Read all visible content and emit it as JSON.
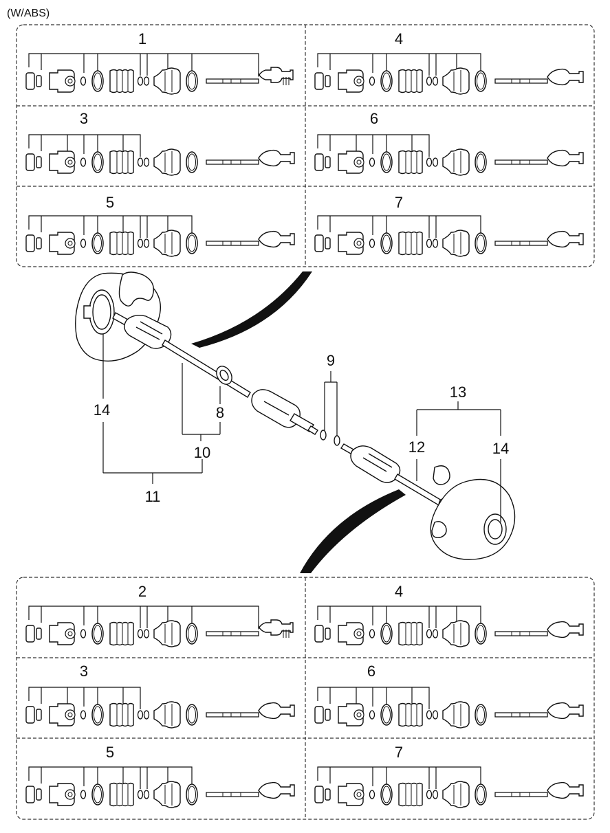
{
  "header": {
    "variant": "(W/ABS)"
  },
  "top_panel": {
    "cells": [
      {
        "label": "1",
        "outer_joint": "splined",
        "inner_ring": true
      },
      {
        "label": "4",
        "outer_joint": "plain",
        "inner_ring": false
      },
      {
        "label": "3",
        "outer_joint": "plain",
        "inner_ring": false
      },
      {
        "label": "6",
        "outer_joint": "plain",
        "inner_ring": false
      },
      {
        "label": "5",
        "outer_joint": "plain",
        "inner_ring": false
      },
      {
        "label": "7",
        "outer_joint": "plain",
        "inner_ring": false
      }
    ]
  },
  "bottom_panel": {
    "cells": [
      {
        "label": "2",
        "outer_joint": "splined",
        "inner_ring": true
      },
      {
        "label": "4",
        "outer_joint": "plain",
        "inner_ring": false
      },
      {
        "label": "3",
        "outer_joint": "plain",
        "inner_ring": false
      },
      {
        "label": "6",
        "outer_joint": "plain",
        "inner_ring": false
      },
      {
        "label": "5",
        "outer_joint": "plain",
        "inner_ring": false
      },
      {
        "label": "7",
        "outer_joint": "plain",
        "inner_ring": false
      }
    ]
  },
  "center_callouts": {
    "c8": "8",
    "c9": "9",
    "c10": "10",
    "c11": "11",
    "c12": "12",
    "c13": "13",
    "c14a": "14",
    "c14b": "14"
  },
  "colors": {
    "line": "#111111",
    "fill": "#ffffff",
    "dash": "#333333"
  }
}
